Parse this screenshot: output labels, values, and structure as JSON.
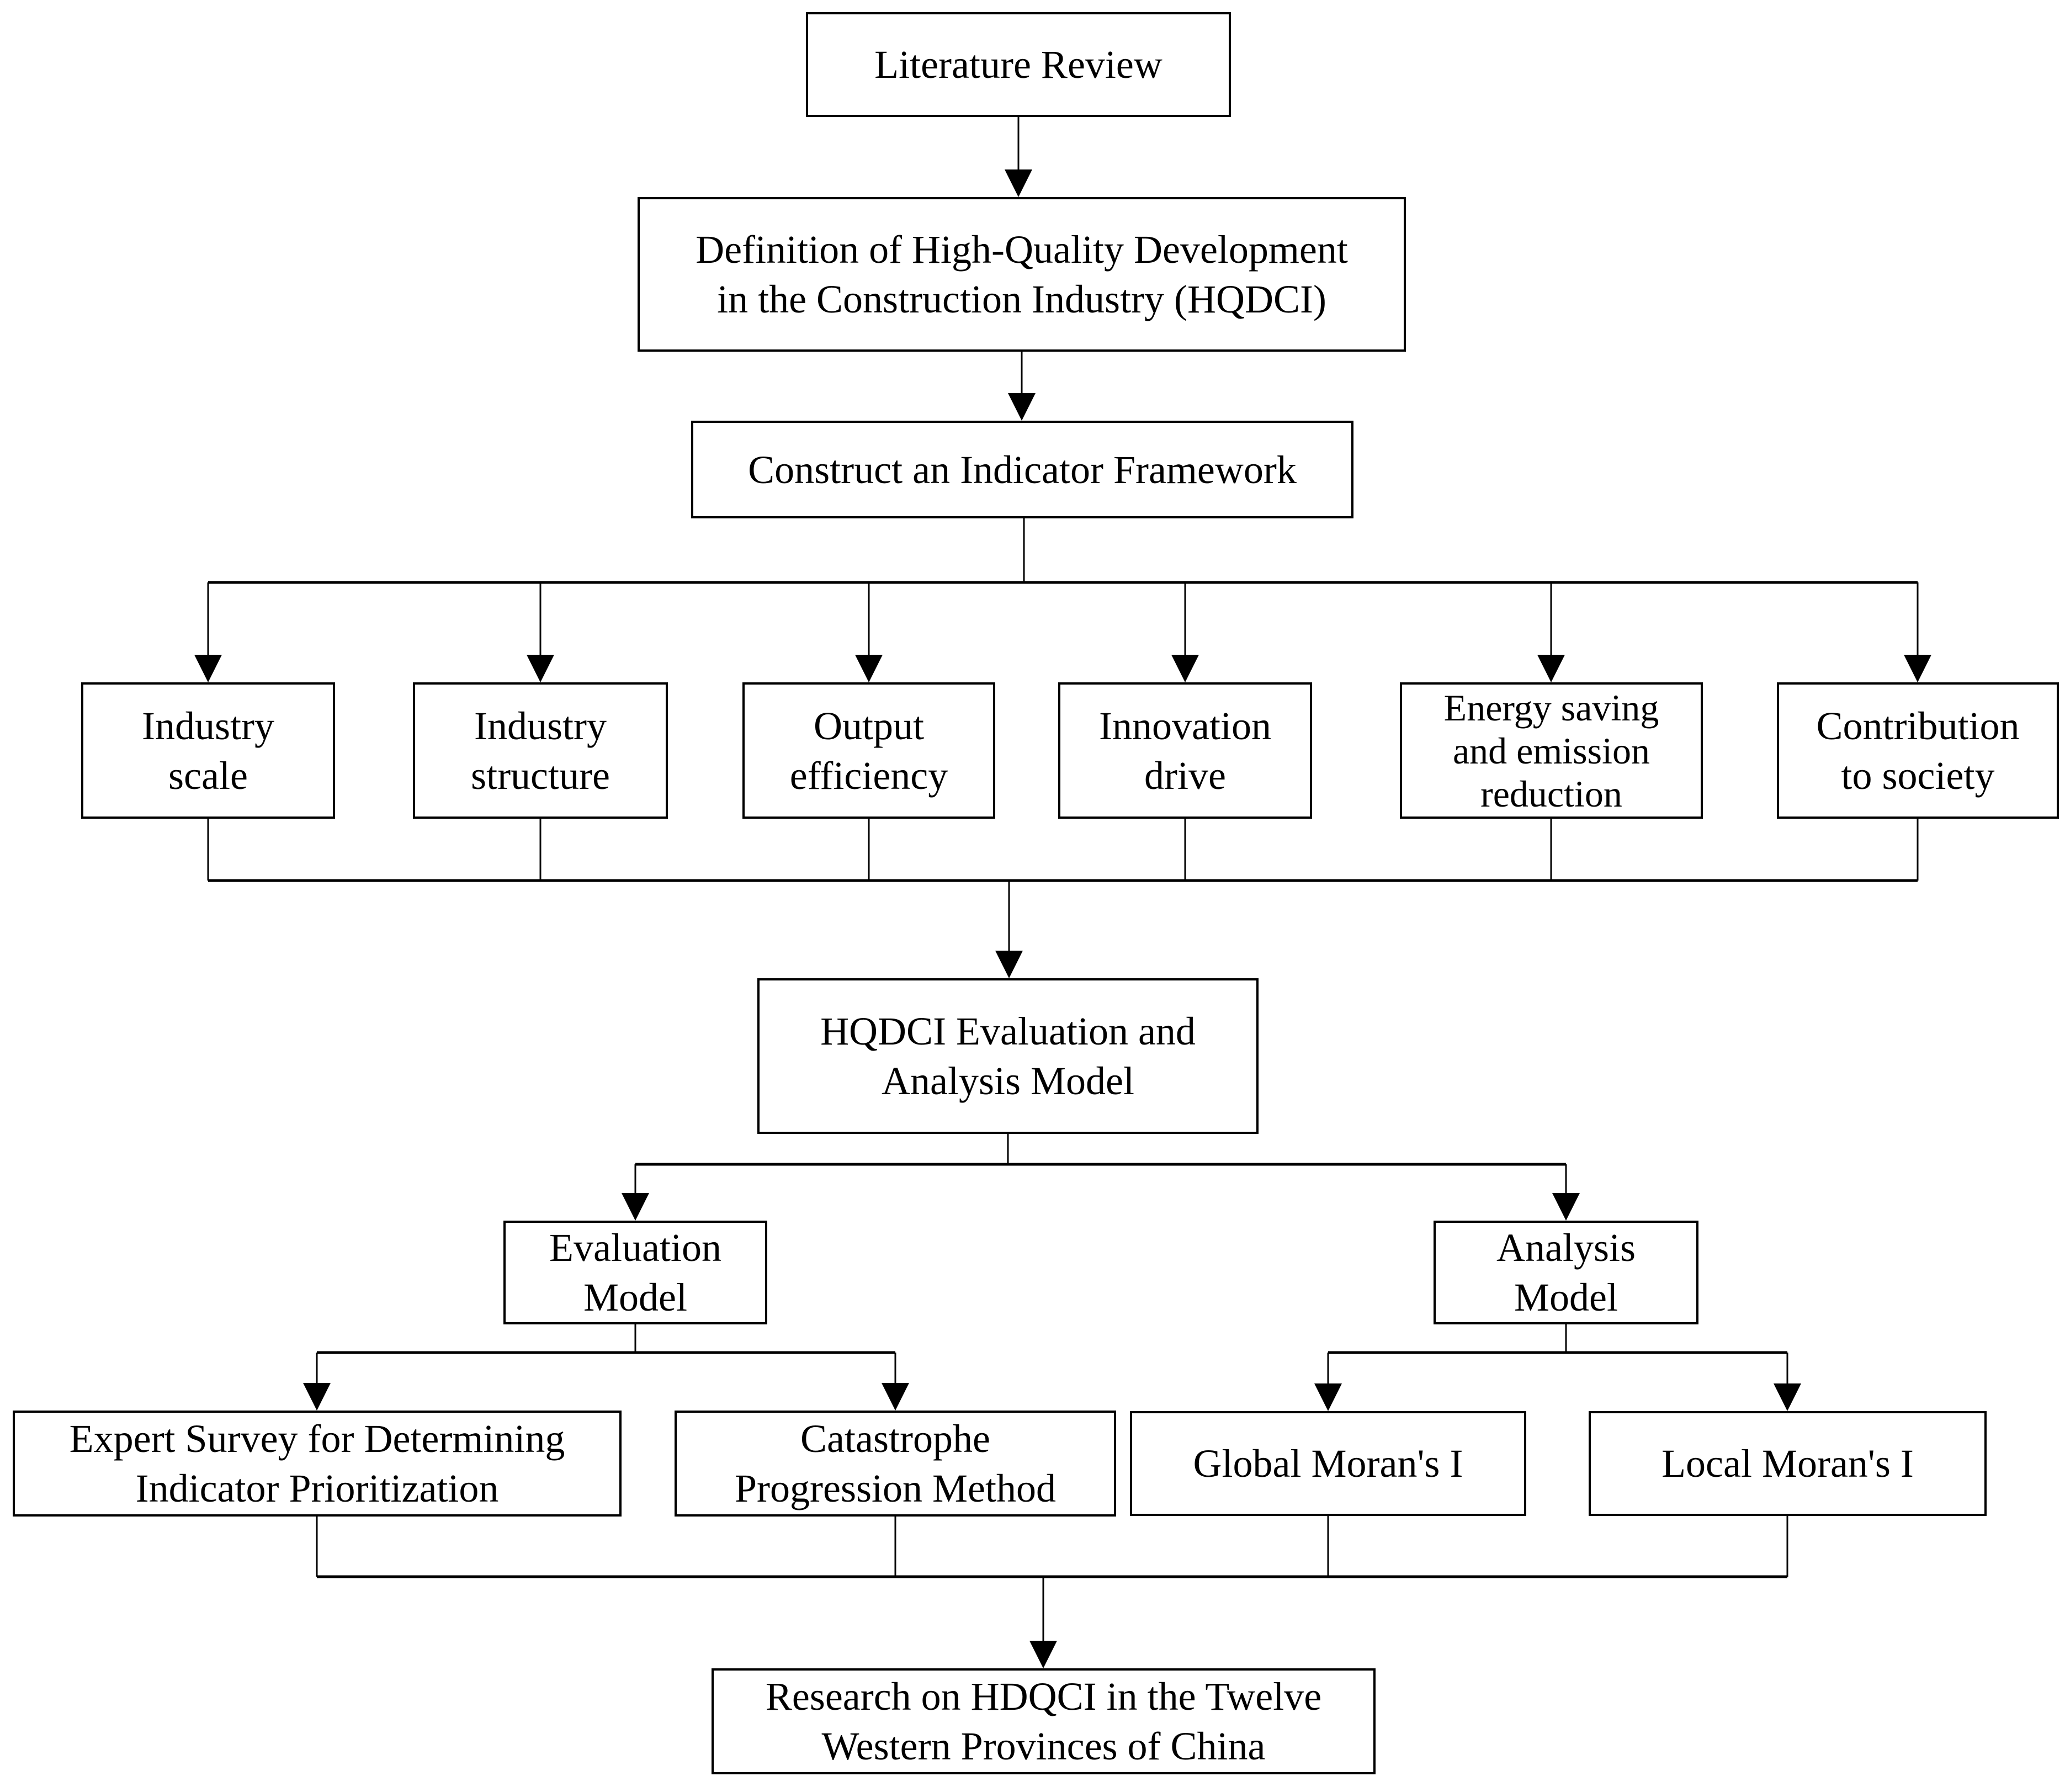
{
  "diagram_title": "HQDCI research methodology flowchart",
  "colors": {
    "ink": "#000000",
    "paper": "#ffffff"
  },
  "nodes": {
    "literature": "Literature Review",
    "definition": "Definition of High-Quality Development\nin the Construction Industry (HQDCI)",
    "construct": "Construct an Indicator Framework",
    "industry_scale": "Industry\nscale",
    "industry_structure": "Industry\nstructure",
    "output_efficiency": "Output\nefficiency",
    "innovation_drive": "Innovation\ndrive",
    "energy_saving": "Energy saving\nand emission\nreduction",
    "contribution": "Contribution\nto society",
    "hqdci_model": "HQDCI Evaluation and\nAnalysis Model",
    "evaluation_model": "Evaluation\nModel",
    "analysis_model": "Analysis\nModel",
    "expert_survey": "Expert Survey for Determining\nIndicator Prioritization",
    "catastrophe": "Catastrophe\nProgression Method",
    "global_moran": "Global Moran's I",
    "local_moran": "Local Moran's I",
    "research": "Research on HDQCI in the Twelve\nWestern Provinces of China"
  }
}
